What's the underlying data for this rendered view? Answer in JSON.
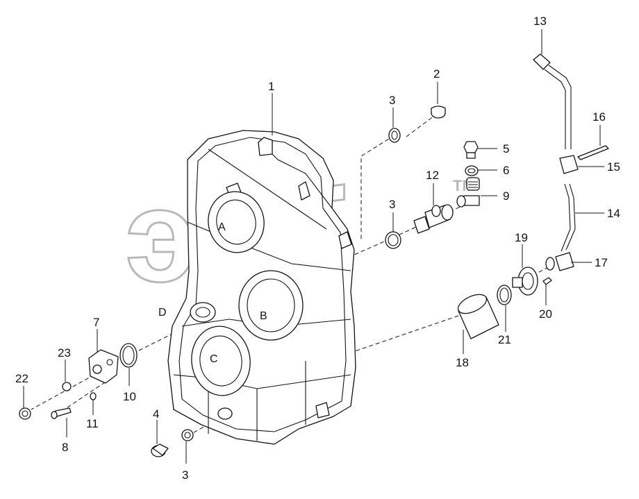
{
  "watermark": {
    "text": "эдб",
    "tm": "TM"
  },
  "callouts": {
    "c1": "1",
    "c2": "2",
    "c3a": "3",
    "c3b": "3",
    "c3c": "3",
    "c4": "4",
    "c5": "5",
    "c6": "6",
    "c7": "7",
    "c8": "8",
    "c9": "9",
    "c10": "10",
    "c11": "11",
    "c12": "12",
    "c13": "13",
    "c14": "14",
    "c15": "15",
    "c16": "16",
    "c17": "17",
    "c18": "18",
    "c19": "19",
    "c20": "20",
    "c21": "21",
    "c22": "22",
    "c23": "23"
  },
  "port_letters": {
    "a": "A",
    "b": "B",
    "c": "C",
    "d": "D"
  }
}
